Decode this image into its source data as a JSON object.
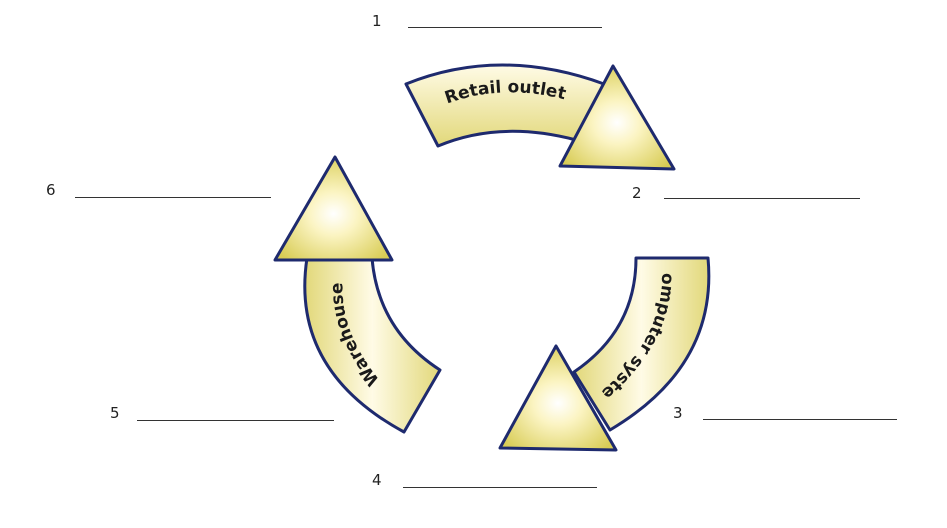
{
  "diagram": {
    "arrows": [
      {
        "id": "top",
        "label": "Retail outlet"
      },
      {
        "id": "right",
        "label": "Computer system"
      },
      {
        "id": "left",
        "label": "Warehouse"
      }
    ],
    "blanks": [
      {
        "number": "1"
      },
      {
        "number": "2"
      },
      {
        "number": "3"
      },
      {
        "number": "4"
      },
      {
        "number": "5"
      },
      {
        "number": "6"
      }
    ],
    "colors": {
      "fill_light": "#fffbe6",
      "fill_dark": "#e2d87a",
      "outline": "#1e2a6e"
    }
  }
}
